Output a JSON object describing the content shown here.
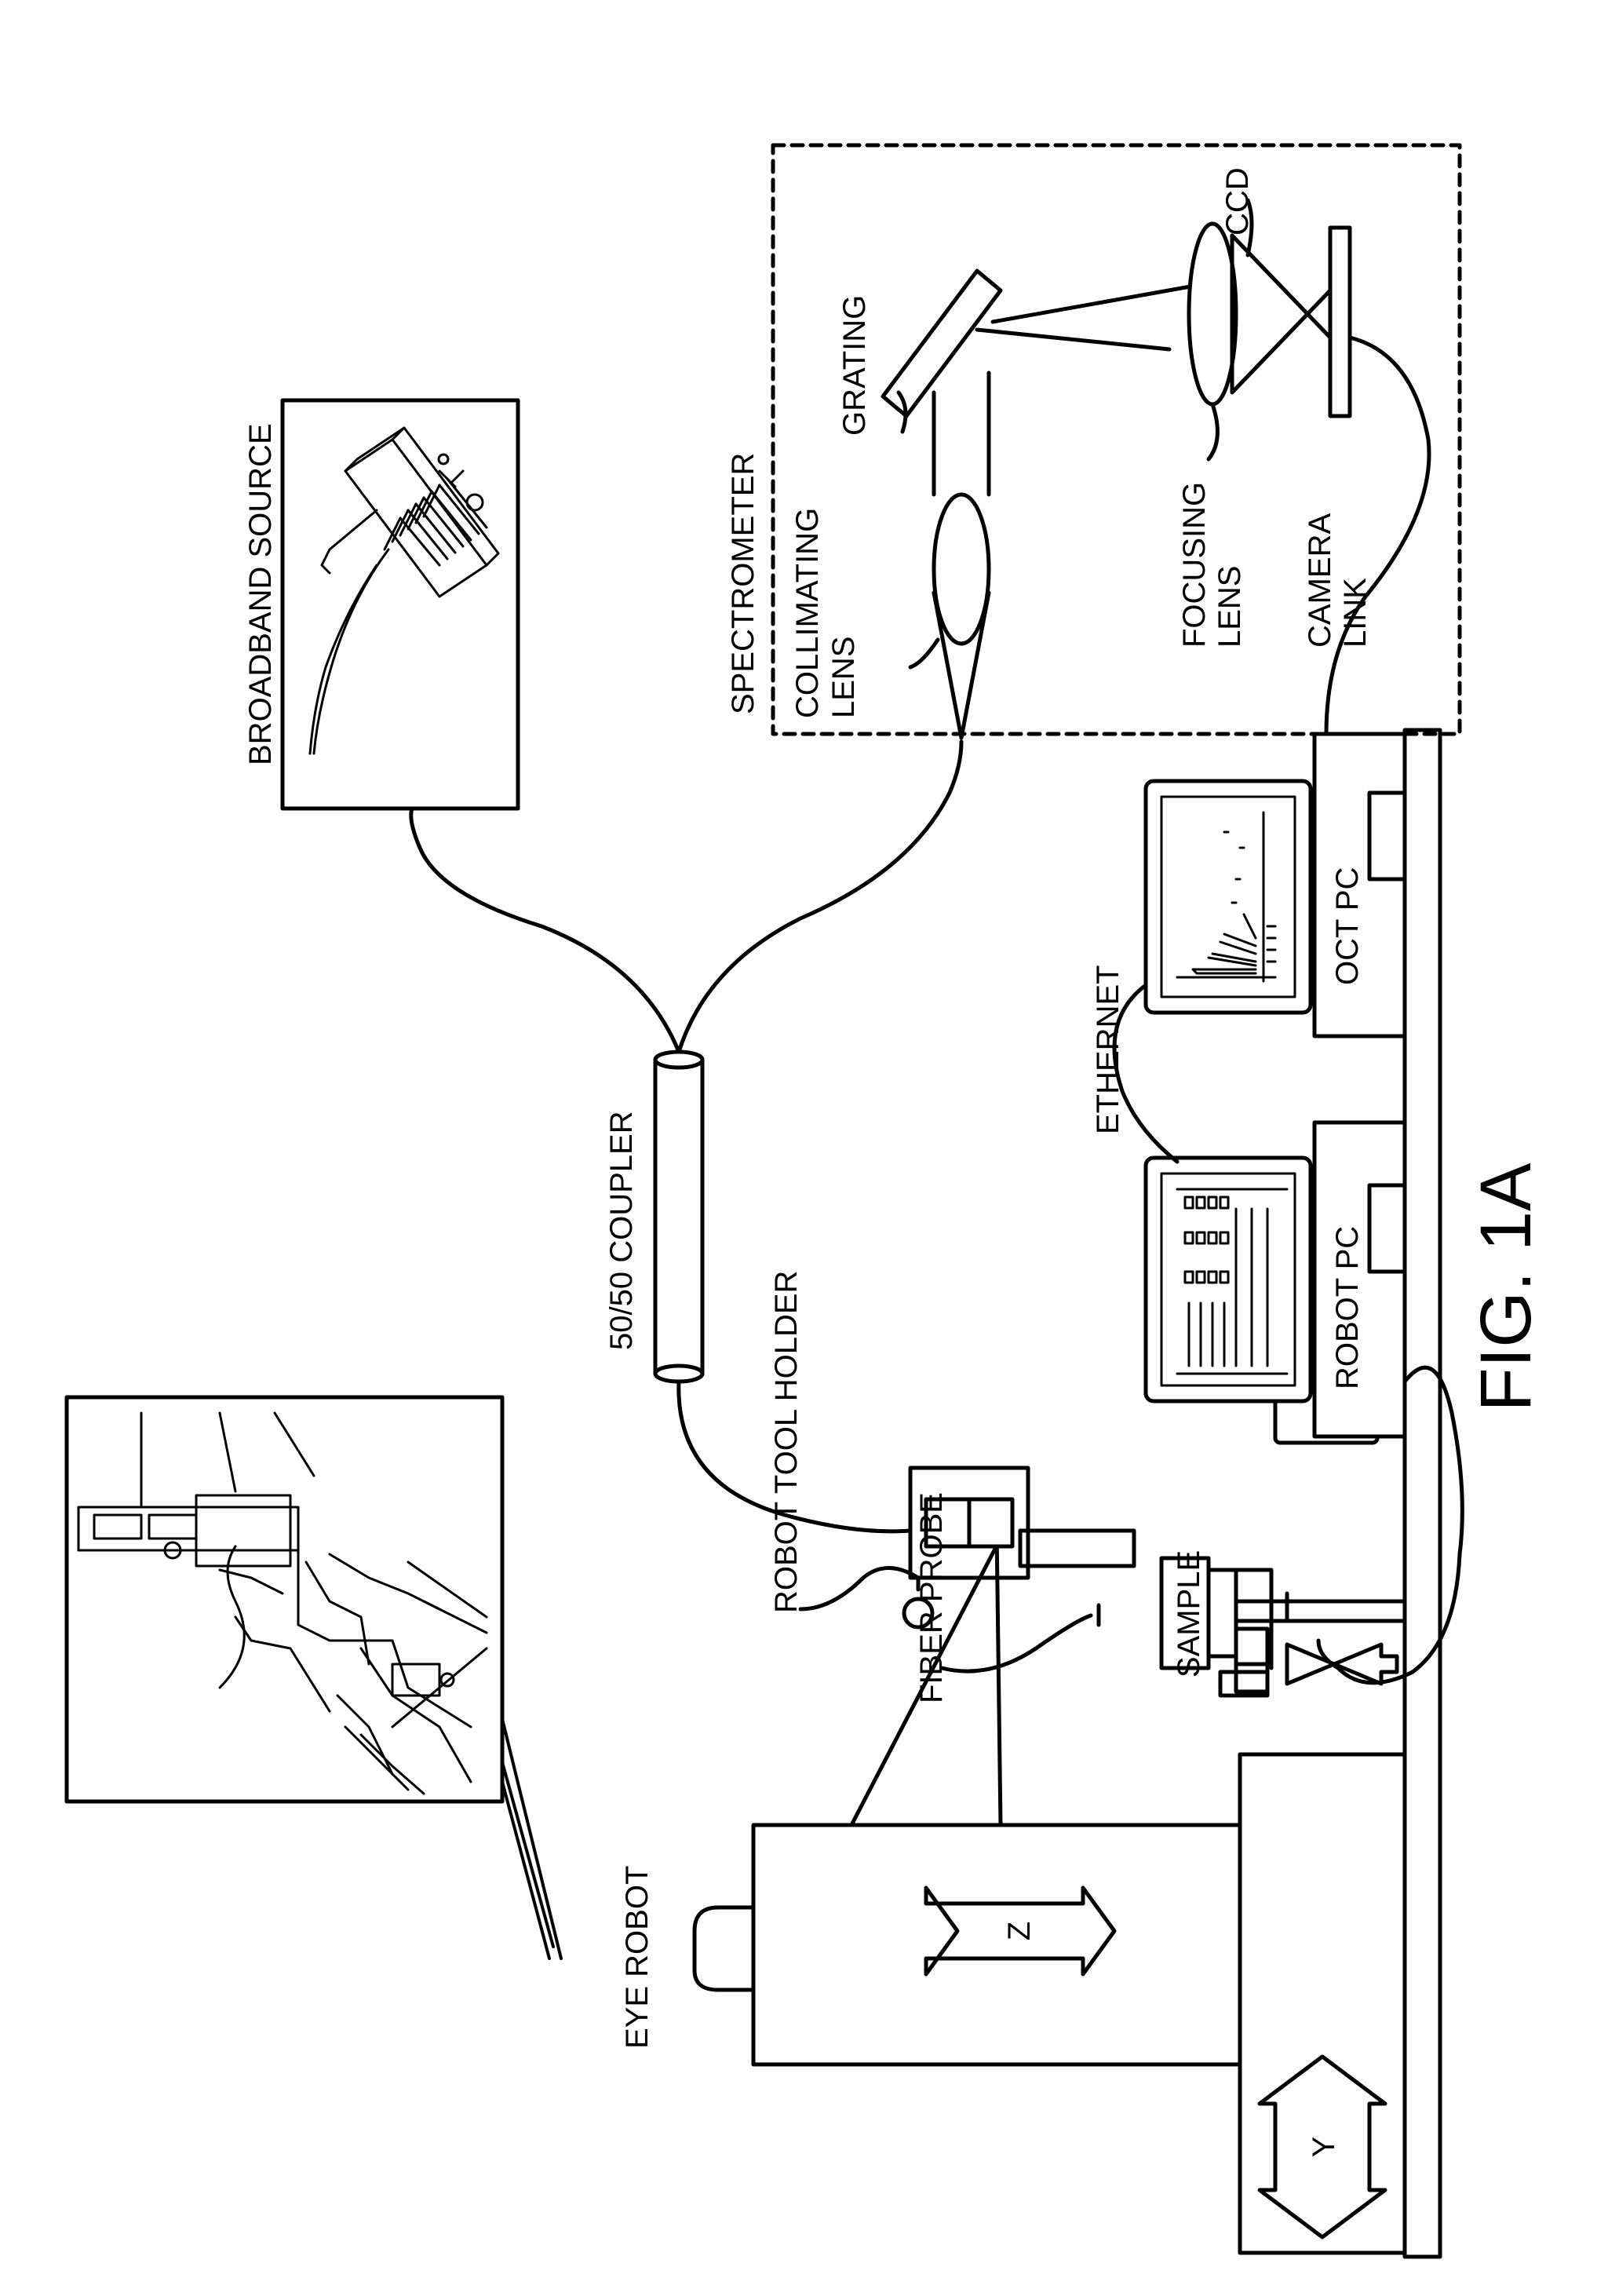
{
  "figure": {
    "caption": "FIG. 1A"
  },
  "labels": {
    "eye_robot": "EYE ROBOT",
    "broadband_source": "BROADBAND SOURCE",
    "coupler": "50/50 COUPLER",
    "robot_tool_holder": "ROBOT TOOL HOLDER",
    "fiber_probe": "FIBER PROBE",
    "sample": "SAMPLE",
    "spectrometer": "SPECTROMETER",
    "collimating_lens": [
      "COLLIMATING",
      "LENS"
    ],
    "grating": "GRATING",
    "focusing_lens": [
      "FOCUSING",
      "LENS"
    ],
    "ccd": "CCD",
    "camera_link": [
      "CAMERA",
      "LINK"
    ],
    "ethernet": "ETHERNET",
    "robot_pc": "ROBOT PC",
    "oct_pc": "OCT PC",
    "axis_z": "Z",
    "axis_y": "Y"
  },
  "colors": {
    "line": "#000000",
    "background": "#ffffff"
  }
}
